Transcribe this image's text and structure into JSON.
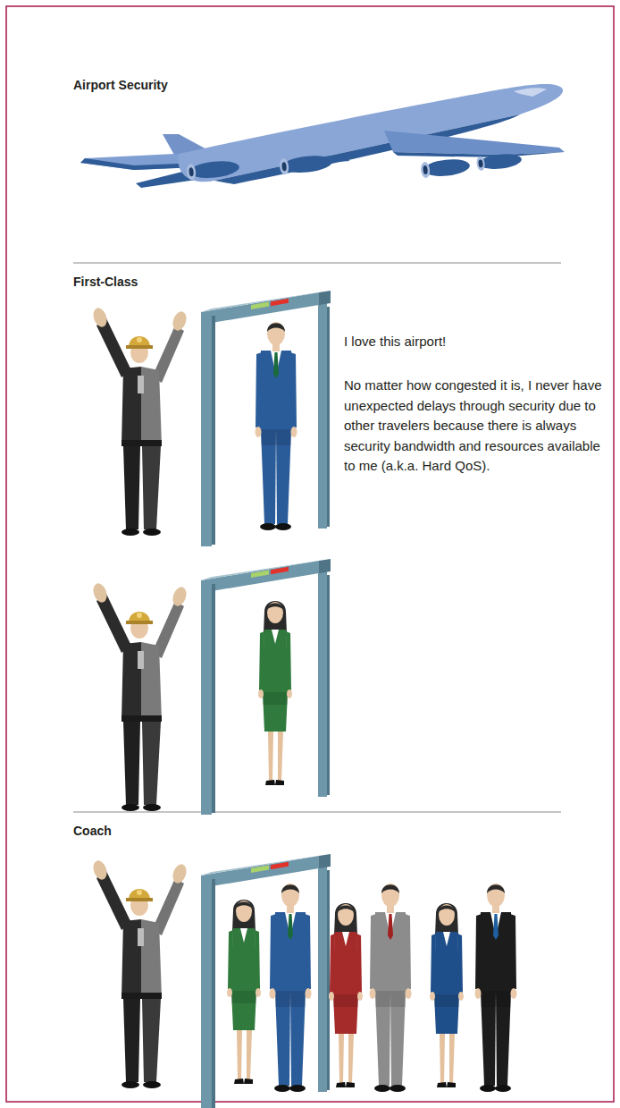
{
  "diagram": {
    "title": "Airport Security",
    "labels": [
      "First-Class",
      "I love this airport!",
      "No matter how congested it is, I never have unexpected delays through security due to other travelers because there is always security bandwidth and resources available to me (a.k.a. Hard QoS).",
      "Coach"
    ]
  }
}
